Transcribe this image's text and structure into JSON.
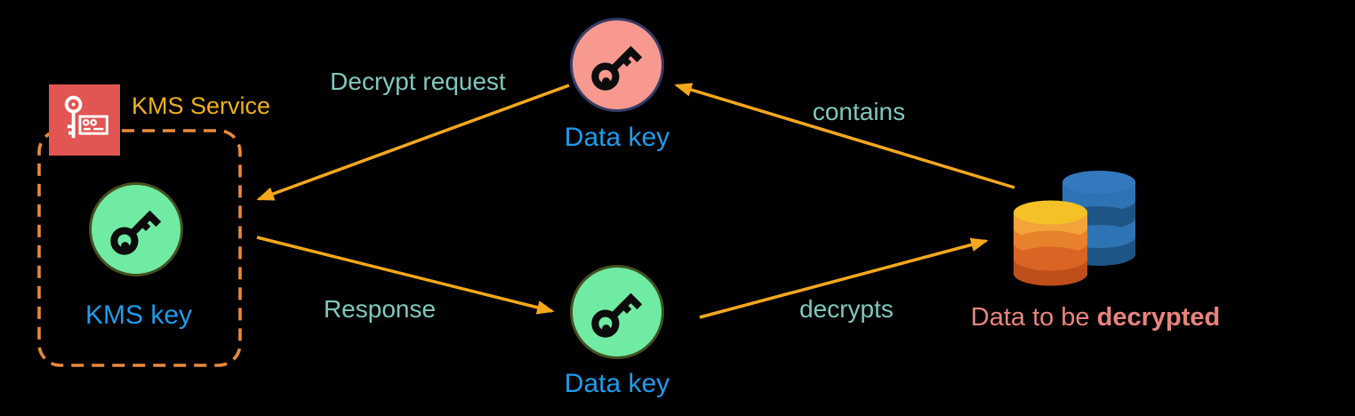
{
  "diagram": {
    "background": "#000000",
    "arrow_color": "#F5A81D",
    "flow_label_color": "#7FC8BD"
  },
  "kms_service": {
    "title": "KMS Service",
    "title_color": "#F0B01A",
    "box_border_color": "#E98A3D",
    "icon_bg": "#E25552",
    "kms_key": {
      "label": "KMS key",
      "label_color": "#1E9CEC",
      "circle_fill": "#70EBA3",
      "circle_border": "#44501F"
    }
  },
  "data_key_top": {
    "label": "Data key",
    "label_color": "#1E9CEC",
    "circle_fill": "#F8998F",
    "circle_border": "#343C68"
  },
  "data_key_bottom": {
    "label": "Data key",
    "label_color": "#1E9CEC",
    "circle_fill": "#70EBA3",
    "circle_border": "#44501F"
  },
  "database": {
    "label_prefix": "Data to be ",
    "label_emphasis": "decrypted",
    "label_color": "#E8847E",
    "front_cylinder_colors": [
      "#F4C126",
      "#F2A33C",
      "#E8812B",
      "#D96423",
      "#BE4F1B"
    ],
    "back_cylinder_colors": [
      "#3379BE",
      "#2E74B5",
      "#1E5586"
    ]
  },
  "flows": [
    {
      "label": "Decrypt request",
      "from": "data-key-top",
      "to": "kms-service"
    },
    {
      "label": "contains",
      "from": "data-to-be-decrypted",
      "to": "data-key-top"
    },
    {
      "label": "Response",
      "from": "kms-service",
      "to": "data-key-bottom"
    },
    {
      "label": "decrypts",
      "from": "data-key-bottom",
      "to": "data-to-be-decrypted"
    }
  ]
}
